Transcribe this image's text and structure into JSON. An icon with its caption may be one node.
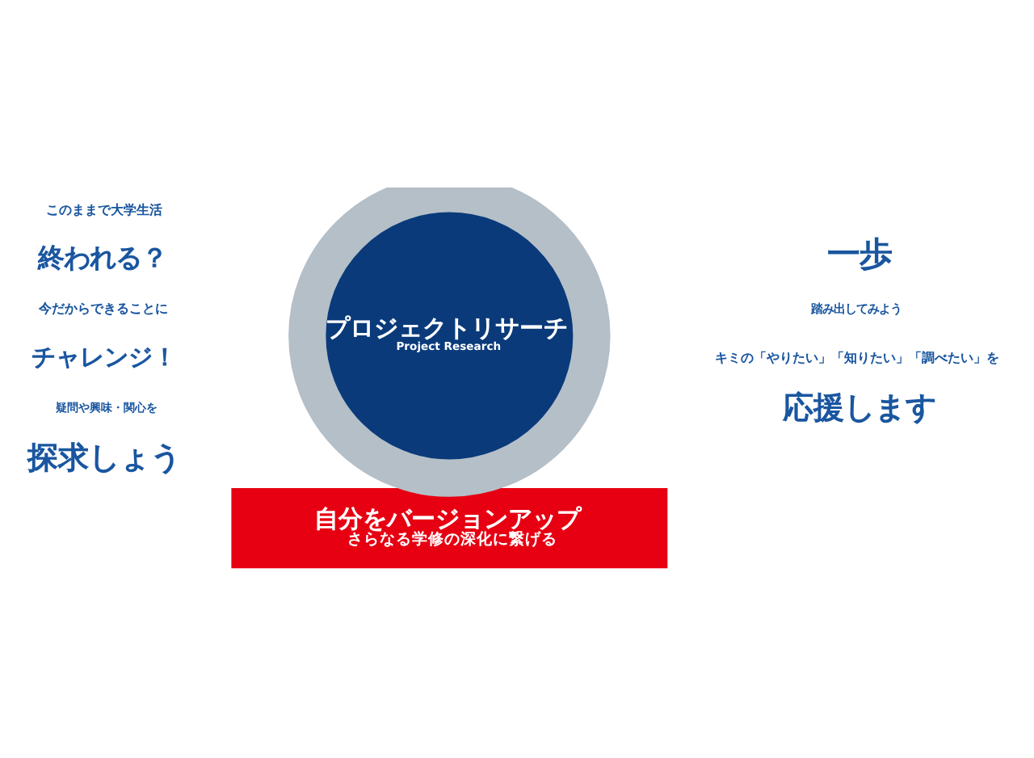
{
  "diagram": {
    "nodes": [
      {
        "text": [
          "自分をバージョンアップ",
          "さらなる学修の深化に繋げる"
        ]
      },
      {
        "text": [
          "プロジェクトリサーチ",
          "Project Research"
        ]
      }
    ],
    "labels": [
      "このままで大学生活",
      "終われる？",
      "一歩",
      "踏み出してみよう",
      "今だからできることに",
      "チャレンジ！",
      "キミの「やりたい」「知りたい」「調べたい」を",
      "疑問や興味・関心を",
      "探求しょう",
      "応援します"
    ]
  }
}
